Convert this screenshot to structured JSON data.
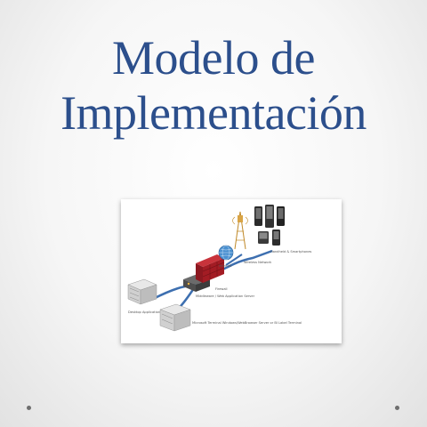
{
  "slide": {
    "title_line1": "Modelo de",
    "title_line2": "Implementación"
  },
  "colors": {
    "title": "#2c4f8c",
    "firewall": "#a31c24",
    "network_cable": "#3d6fb0"
  },
  "diagram": {
    "labels": {
      "desktop_servers": "Desktop Application Servers",
      "terminal_servers": "Microsoft Terminal Windows/WebBrowser Server or BI Label Terminal",
      "middleware": "Middleware / Web Application Server",
      "firewall": "Firewall",
      "internet": "Internet",
      "wireless": "Wireless Network",
      "handhelds": "Handheld & Smartphones"
    }
  }
}
